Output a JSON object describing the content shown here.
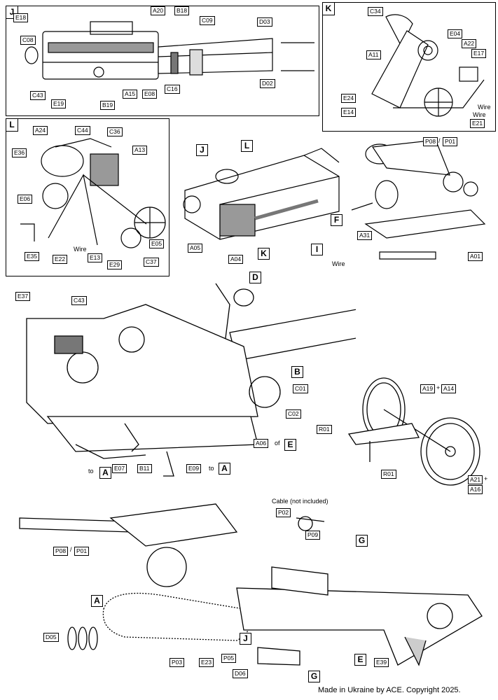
{
  "panel_j": {
    "letter": "J",
    "parts": [
      "E18",
      "A20",
      "B18",
      "C09",
      "D03",
      "C08",
      "C43",
      "E19",
      "B19",
      "A15",
      "E08",
      "C16",
      "D02"
    ]
  },
  "panel_k": {
    "letter": "K",
    "parts": [
      "C34",
      "E04",
      "A22",
      "E17",
      "A11",
      "E24",
      "E14",
      "E21"
    ],
    "wire_label": "Wire"
  },
  "panel_l": {
    "letter": "L",
    "parts": [
      "A24",
      "C44",
      "C36",
      "A13",
      "E36",
      "E06",
      "E35",
      "E22",
      "E13",
      "E29",
      "C37",
      "E05"
    ],
    "wire_label": "Wire"
  },
  "subassembly": {
    "boxes": [
      "J",
      "L",
      "F",
      "K",
      "I"
    ],
    "parts": [
      "A05",
      "A04"
    ]
  },
  "gun_top": {
    "parts": [
      "P08",
      "P01",
      "A31",
      "A01"
    ],
    "wire_label": "Wire"
  },
  "main_view": {
    "letters": [
      "D",
      "B",
      "E",
      "A",
      "A"
    ],
    "parts": [
      "E37",
      "C43",
      "C01",
      "C02",
      "A06",
      "E07",
      "B11",
      "E09"
    ],
    "of_label": "of",
    "to_label": "to"
  },
  "limber": {
    "parts": [
      "A19",
      "A14",
      "R01",
      "R01",
      "A21",
      "A16"
    ],
    "plus": "+"
  },
  "final": {
    "letters": [
      "G",
      "A",
      "J",
      "E",
      "G"
    ],
    "parts": [
      "P02",
      "P09",
      "P08",
      "P01",
      "D05",
      "P03",
      "E23",
      "P05",
      "D06",
      "E39"
    ],
    "cable_label": "Cable (not included)"
  },
  "footer": "Made in Ukraine by ACE. Copyright 2025."
}
